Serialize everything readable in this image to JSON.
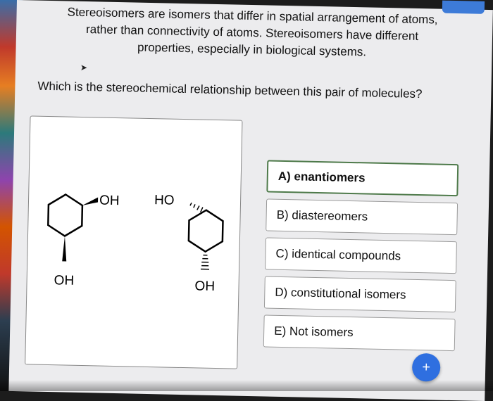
{
  "intro": {
    "line1": "Stereoisomers are isomers that differ in spatial arrangement of atoms,",
    "line2": "rather than connectivity of atoms.  Stereoisomers have different",
    "line3": "properties, especially in biological systems."
  },
  "question": "Which is the stereochemical relationship between this pair of molecules?",
  "molecules": {
    "left_top_oh": "OH",
    "left_bottom_oh": "OH",
    "right_top_ho": "HO",
    "right_bottom_oh": "OH"
  },
  "options": [
    {
      "label": "A) enantiomers",
      "selected": true
    },
    {
      "label": "B) diastereomers",
      "selected": false
    },
    {
      "label": "C) identical compounds",
      "selected": false
    },
    {
      "label": "D) constitutional isomers",
      "selected": false
    },
    {
      "label": "E) Not isomers",
      "selected": false
    }
  ],
  "fab": {
    "icon": "plus-icon",
    "label": "+"
  },
  "colors": {
    "selected_border": "#4e7a4a",
    "fab": "#2f6fe0"
  }
}
